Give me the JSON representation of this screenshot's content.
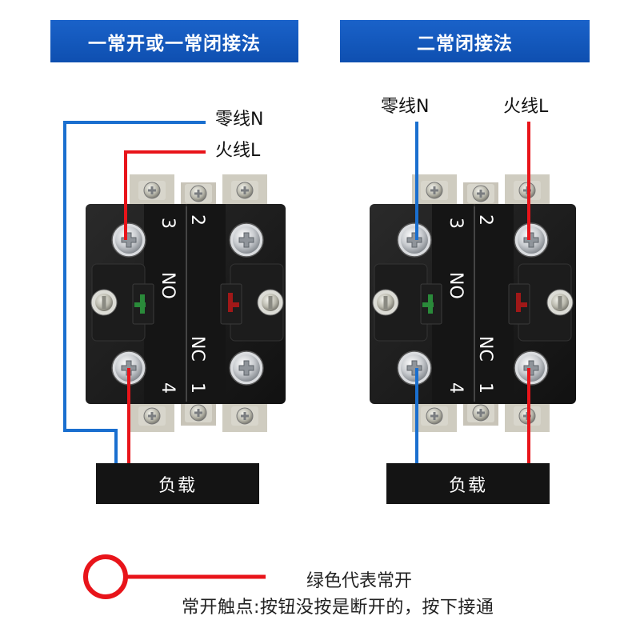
{
  "left_panel": {
    "title": "一常开或一常闭接法",
    "neutral_label": "零线N",
    "live_label": "火线L",
    "load_label": "负载"
  },
  "right_panel": {
    "title": "二常闭接法",
    "neutral_label": "零线N",
    "live_label": "火线L",
    "load_label": "负载"
  },
  "contact_block": {
    "no_label": "NO",
    "nc_label": "NC",
    "terminal_3": "3",
    "terminal_2": "2",
    "terminal_4": "4",
    "terminal_1": "1"
  },
  "legend": {
    "title": "绿色代表常开",
    "description": "常开触点:按钮没按是断开的，按下接通"
  },
  "colors": {
    "banner": "#1a62c9",
    "neutral_wire": "#1a6fcf",
    "live_wire": "#e8141a",
    "legend_line": "#e8141a",
    "no_indicator": "#2a8a3a",
    "nc_indicator": "#a01818"
  }
}
